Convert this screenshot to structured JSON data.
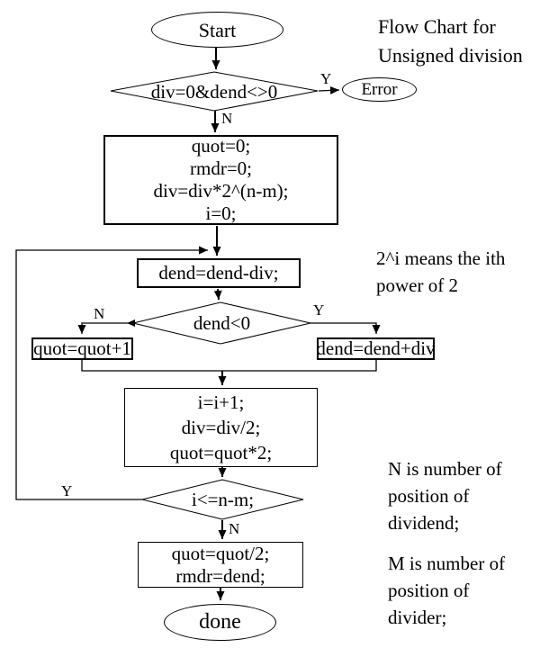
{
  "title": {
    "line1": "Flow Chart for",
    "line2": "Unsigned division"
  },
  "annotations": {
    "power_note": {
      "line1": "2^i means the ith",
      "line2": "power of 2"
    },
    "dividend_note": {
      "line1": "N is number of",
      "line2": "position of",
      "line3": "dividend;"
    },
    "divider_note": {
      "line1": "M is number of",
      "line2": "position of",
      "line3": "divider;"
    }
  },
  "nodes": {
    "start": {
      "type": "terminator",
      "label": "Start"
    },
    "check_error": {
      "type": "decision",
      "label": "div=0&dend<>0"
    },
    "error": {
      "type": "terminator",
      "label": "Error"
    },
    "init": {
      "type": "process",
      "lines": [
        "quot=0;",
        "rmdr=0;",
        "div=div*2^(n-m);",
        "i=0;"
      ]
    },
    "subtract": {
      "type": "process",
      "label": "dend=dend-div;"
    },
    "check_negative": {
      "type": "decision",
      "label": "dend<0"
    },
    "increment_quot": {
      "type": "process",
      "label": "quot=quot+1"
    },
    "restore_dend": {
      "type": "process",
      "label": "dend=dend+div"
    },
    "shift": {
      "type": "process",
      "lines": [
        "i=i+1;",
        "div=div/2;",
        "quot=quot*2;"
      ]
    },
    "check_loop": {
      "type": "decision",
      "label": "i<=n-m;"
    },
    "final": {
      "type": "process",
      "lines": [
        "quot=quot/2;",
        "rmdr=dend;"
      ]
    },
    "done": {
      "type": "terminator",
      "label": "done"
    }
  },
  "branches": {
    "error_yes": "Y",
    "error_no": "N",
    "negative_no": "N",
    "negative_yes": "Y",
    "loop_yes": "Y",
    "loop_no": "N"
  },
  "colors": {
    "stroke": "#000000",
    "background": "#ffffff"
  }
}
